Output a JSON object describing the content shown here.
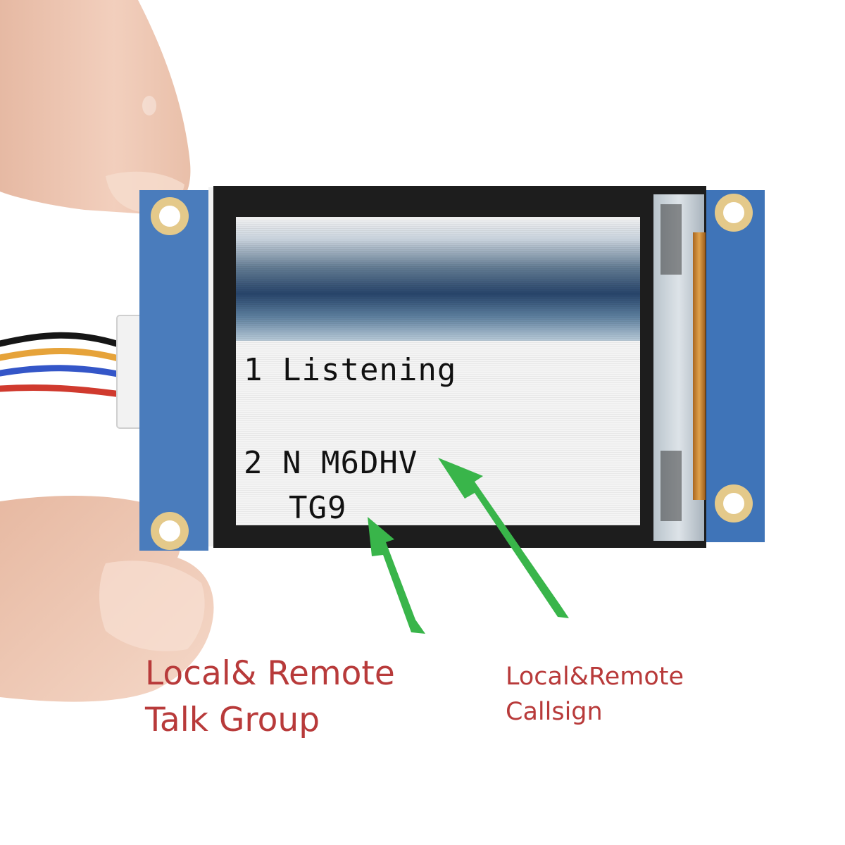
{
  "colors": {
    "board": "#3f74b8",
    "screen_text": "#111111",
    "caption": "#b83a3a",
    "arrow": "#39b54a"
  },
  "screen": {
    "line1": "1 Listening",
    "line2": "2 N M6DHV",
    "line3": "TG9"
  },
  "annotations": {
    "talk_group": {
      "line1": "Local& Remote",
      "line2": "Talk Group",
      "icon": "green-arrow-icon"
    },
    "callsign": {
      "line1": "Local&Remote",
      "line2": "Callsign",
      "icon": "green-arrow-icon"
    }
  }
}
